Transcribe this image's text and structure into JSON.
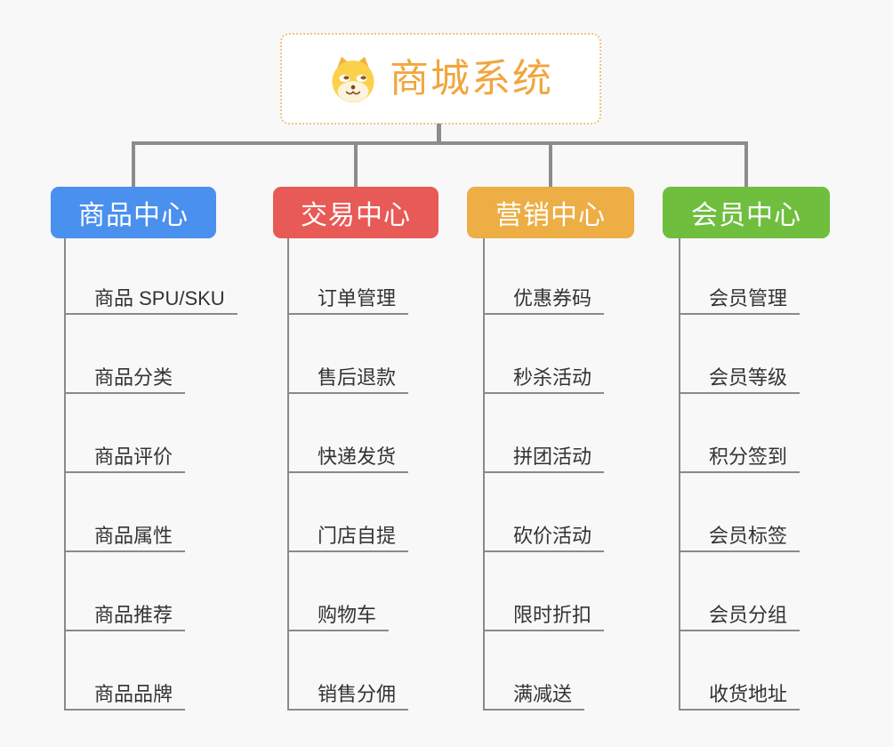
{
  "page": {
    "background_color": "#F8F8F8",
    "connector_color": "#8C8C8C",
    "leaf_line_color": "#8A8A8A",
    "leaf_text_color": "#333333"
  },
  "root": {
    "title": "商城系统",
    "icon": "dog-face-icon",
    "text_color": "#F0A63E",
    "border_color": "#F0C27E",
    "background_color": "#FFFFFF"
  },
  "branches": [
    {
      "label": "商品中心",
      "color": "#4A90EE",
      "leaves": [
        "商品 SPU/SKU",
        "商品分类",
        "商品评价",
        "商品属性",
        "商品推荐",
        "商品品牌"
      ]
    },
    {
      "label": "交易中心",
      "color": "#E85A56",
      "leaves": [
        "订单管理",
        "售后退款",
        "快递发货",
        "门店自提",
        "购物车",
        "销售分佣"
      ]
    },
    {
      "label": "营销中心",
      "color": "#ECAE45",
      "leaves": [
        "优惠券码",
        "秒杀活动",
        "拼团活动",
        "砍价活动",
        "限时折扣",
        "满减送"
      ]
    },
    {
      "label": "会员中心",
      "color": "#6FBE3E",
      "leaves": [
        "会员管理",
        "会员等级",
        "积分签到",
        "会员标签",
        "会员分组",
        "收货地址"
      ]
    }
  ]
}
